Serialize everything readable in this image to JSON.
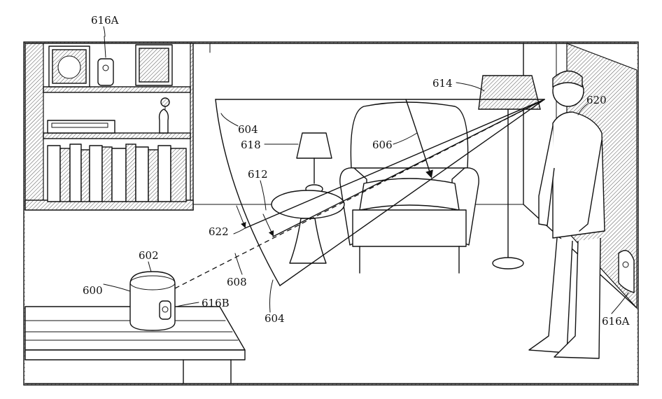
{
  "labels": {
    "camera_top": "616A",
    "camera_right": "616A",
    "camera_device": "616B",
    "device": "600",
    "device_top": "602",
    "fov_edge_top": "604",
    "fov_edge_bottom": "604",
    "fov_angle": "606",
    "line_of_sight": "608",
    "angle_small": "612",
    "floor_lamp": "614",
    "table_lamp": "618",
    "person": "620",
    "angle_offset": "622"
  }
}
